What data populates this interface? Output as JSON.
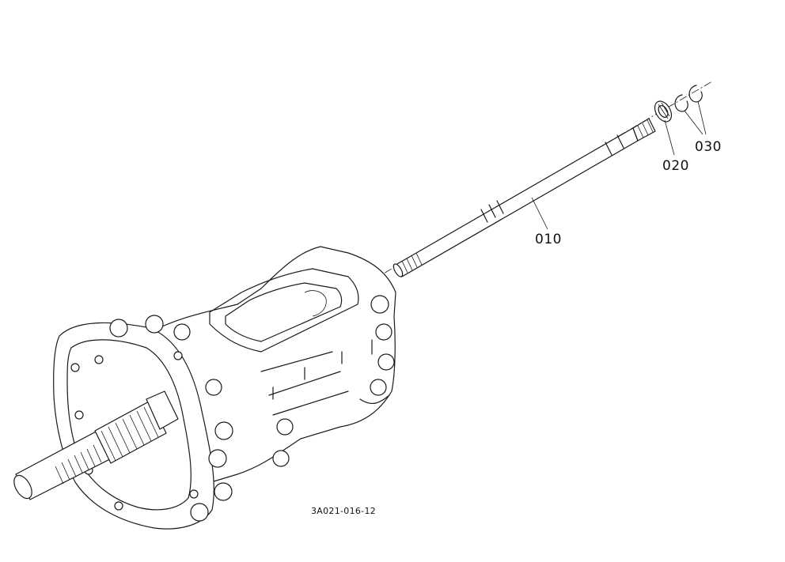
{
  "diagram": {
    "callouts": [
      {
        "id": "010",
        "label": "010"
      },
      {
        "id": "020",
        "label": "020"
      },
      {
        "id": "030",
        "label": "030"
      }
    ],
    "drawing_code": "3A021-016-12"
  }
}
